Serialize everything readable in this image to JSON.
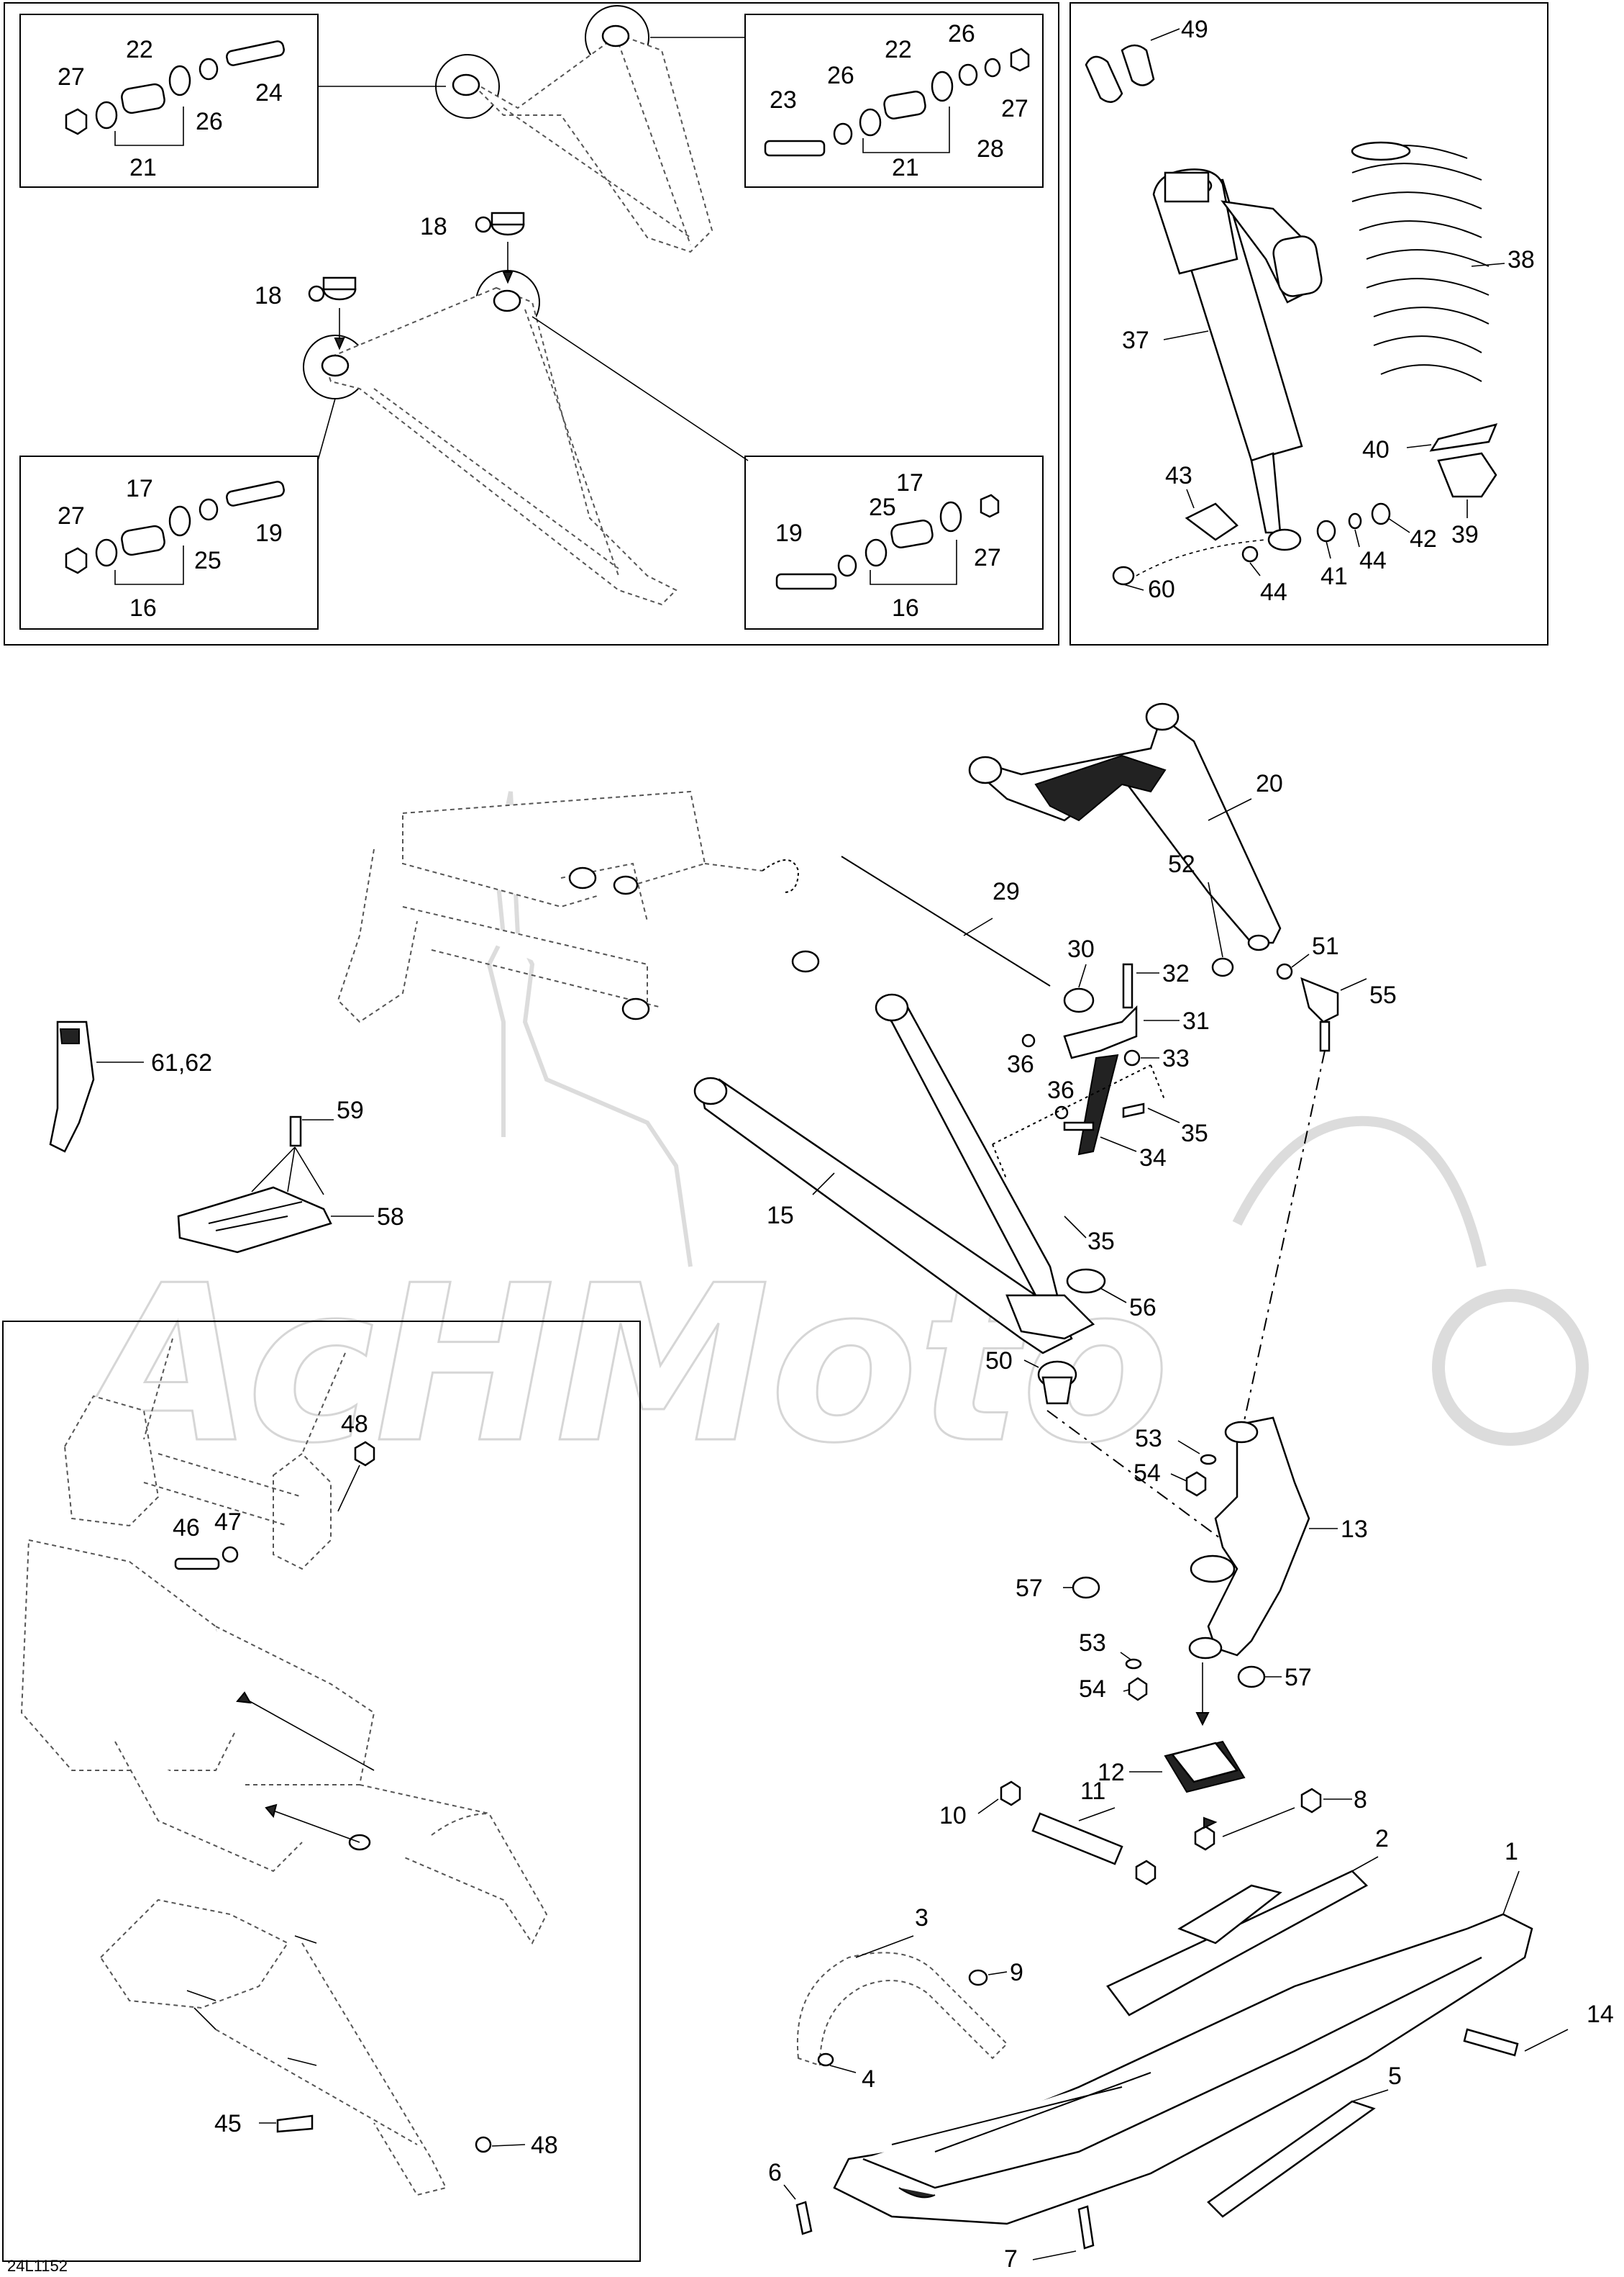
{
  "drawing_id": "24L1152",
  "watermark": "AcHMoto",
  "callouts": {
    "c1": "1",
    "c2": "2",
    "c3": "3",
    "c4": "4",
    "c5": "5",
    "c6": "6",
    "c7": "7",
    "c8": "8",
    "c9": "9",
    "c10": "10",
    "c11": "11",
    "c12": "12",
    "c13": "13",
    "c14": "14",
    "c15": "15",
    "c16a": "16",
    "c16b": "16",
    "c17a": "17",
    "c17b": "17",
    "c18a": "18",
    "c18b": "18",
    "c19a": "19",
    "c19b": "19",
    "c20": "20",
    "c21a": "21",
    "c21b": "21",
    "c22a": "22",
    "c22b": "22",
    "c23": "23",
    "c24": "24",
    "c25a": "25",
    "c25b": "25",
    "c26a": "26",
    "c26b": "26",
    "c26c": "26",
    "c27a": "27",
    "c27b": "27",
    "c27c": "27",
    "c27d": "27",
    "c28": "28",
    "c29": "29",
    "c30": "30",
    "c31": "31",
    "c32": "32",
    "c33": "33",
    "c34": "34",
    "c35a": "35",
    "c35b": "35",
    "c36a": "36",
    "c36b": "36",
    "c37": "37",
    "c38": "38",
    "c39": "39",
    "c40": "40",
    "c41": "41",
    "c42": "42",
    "c43": "43",
    "c44a": "44",
    "c44b": "44",
    "c45": "45",
    "c46": "46",
    "c47": "47",
    "c48a": "48",
    "c48b": "48",
    "c49": "49",
    "c50": "50",
    "c51": "51",
    "c52": "52",
    "c53a": "53",
    "c53b": "53",
    "c54a": "54",
    "c54b": "54",
    "c55": "55",
    "c56": "56",
    "c57a": "57",
    "c57b": "57",
    "c58": "58",
    "c59": "59",
    "c60": "60",
    "c61_62": "61,62"
  }
}
